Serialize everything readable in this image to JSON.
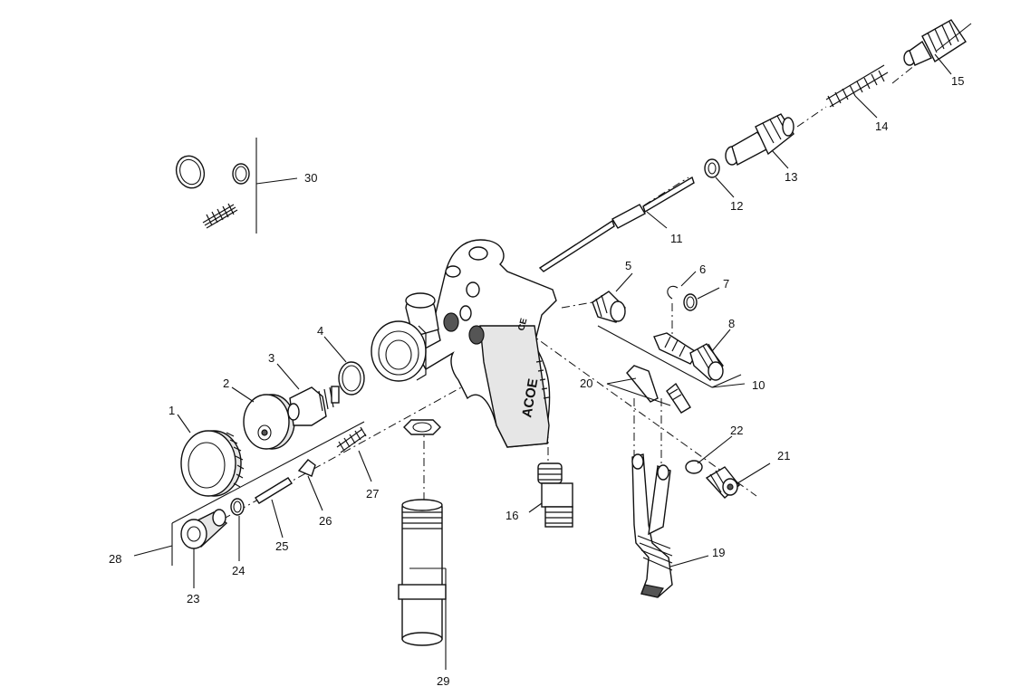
{
  "brand_text": "ACOE",
  "ce_mark": "CE",
  "labels": {
    "p1": "1",
    "p2": "2",
    "p3": "3",
    "p4": "4",
    "p5": "5",
    "p6": "6",
    "p7": "7",
    "p8": "8",
    "p10": "10",
    "p11": "11",
    "p12": "12",
    "p13": "13",
    "p14": "14",
    "p15": "15",
    "p16": "16",
    "p19": "19",
    "p20": "20",
    "p21": "21",
    "p22": "22",
    "p23": "23",
    "p24": "24",
    "p25": "25",
    "p26": "26",
    "p27": "27",
    "p28": "28",
    "p29": "29",
    "p30": "30"
  }
}
